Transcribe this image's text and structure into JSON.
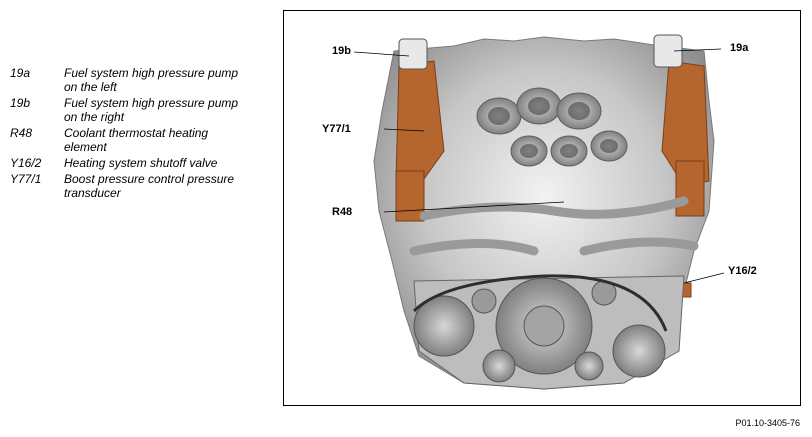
{
  "legend": [
    {
      "code": "19a",
      "desc": "Fuel system high pressure pump on the left"
    },
    {
      "code": "19b",
      "desc": "Fuel system high pressure pump on the right"
    },
    {
      "code": "R48",
      "desc": "Coolant thermostat heating element"
    },
    {
      "code": "Y16/2",
      "desc": "Heating system shutoff valve"
    },
    {
      "code": "Y77/1",
      "desc": "Boost pressure control pressure transducer"
    }
  ],
  "callouts": {
    "c19b": "19b",
    "c19a": "19a",
    "cY77": "Y77/1",
    "cR48": "R48",
    "cY16": "Y16/2"
  },
  "figure_ref": "P01.10-3405-76",
  "colors": {
    "copper": "#b5652e",
    "metal": "#c8c8c8"
  }
}
